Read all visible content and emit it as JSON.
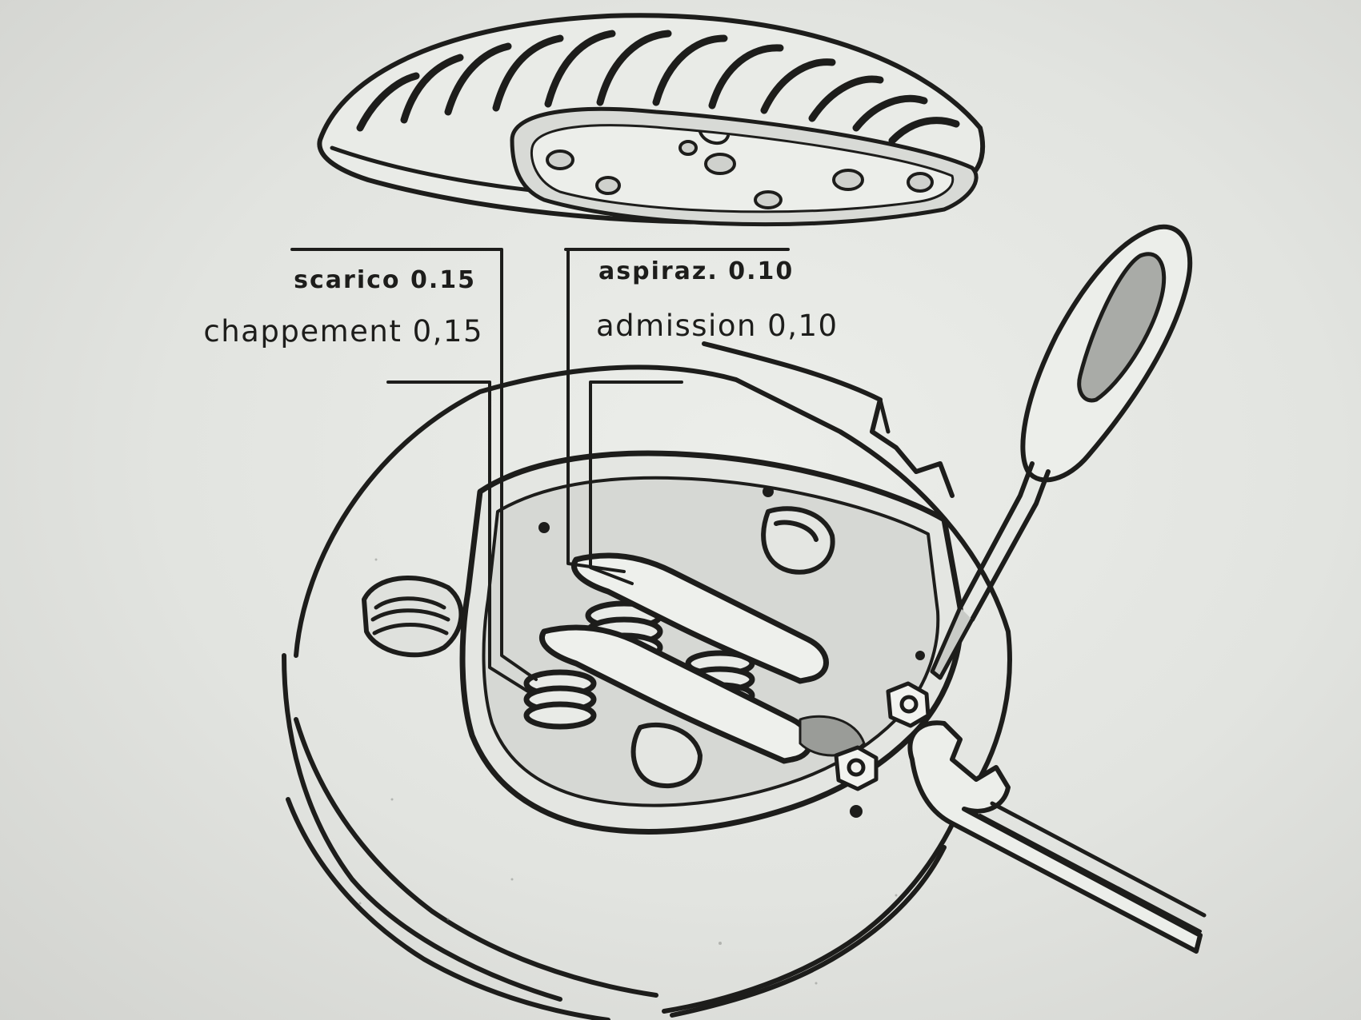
{
  "labels": {
    "exhaust_it": "scarico 0.15",
    "exhaust_fr": "chappement 0,15",
    "intake_it": "aspiraz. 0.10",
    "intake_fr": "admission 0,10"
  },
  "colors": {
    "ink": "#1d1d1b",
    "paper": "#e6e8e4"
  }
}
